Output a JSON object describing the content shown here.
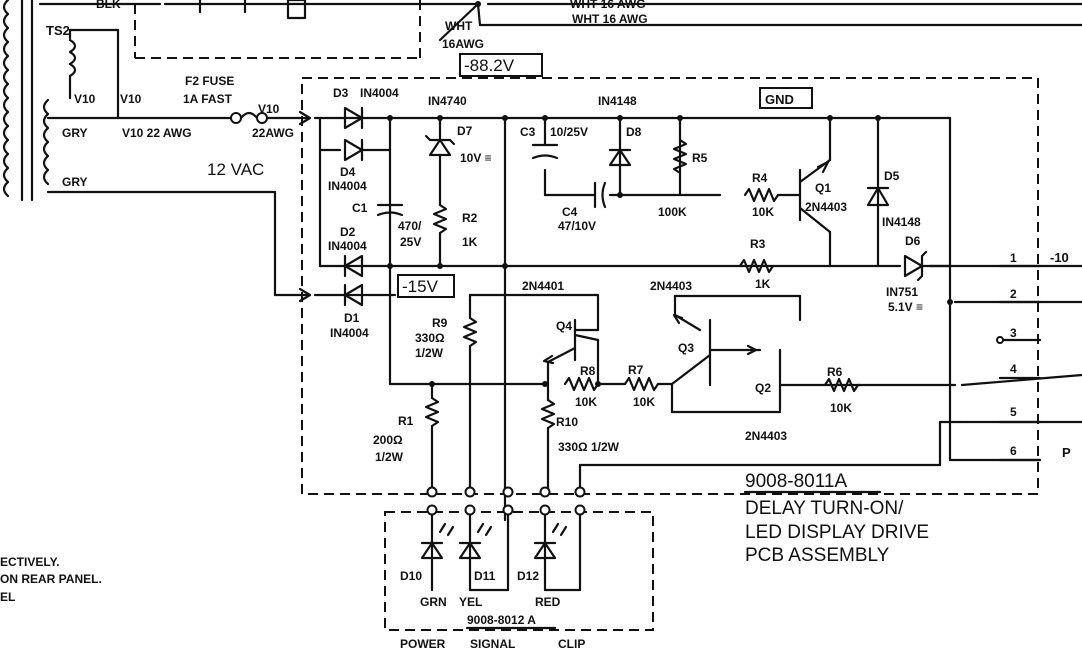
{
  "wires_top": {
    "left": "BLK",
    "wht1": "WHT 16 AWG",
    "wht2": "WHT 16 AWG",
    "wht_lbl": "WHT",
    "awg16": "16AWG"
  },
  "voltages": {
    "v1": "-88.2V",
    "gnd": "GND",
    "v15": "-15V"
  },
  "transformer": {
    "ts": "TS2",
    "v10a": "V10",
    "v10b": "V10",
    "gry1": "GRY",
    "gry2": "GRY",
    "v10awg": "V10 22 AWG",
    "vac": "12 VAC"
  },
  "fuse": {
    "name": "F2 FUSE",
    "rating": "1A FAST",
    "v10": "V10",
    "awg": "22AWG"
  },
  "parts": {
    "d3": "D3",
    "d3v": "IN4004",
    "in4740": "IN4740",
    "d4": "D4",
    "d4v": "IN4004",
    "d2": "D2",
    "d2v": "IN4004",
    "d1": "D1",
    "d1v": "IN4004",
    "c1": "C1",
    "c1v1": "470/",
    "c1v2": "25V",
    "d7": "D7",
    "d7v": "10V ≡",
    "r2": "R2",
    "r2v": "1K",
    "c3": "C3",
    "c3v": "10/25V",
    "d8": "D8",
    "in4148a": "IN4148",
    "r5": "R5",
    "r5v": "100K",
    "c4": "C4",
    "c4v": "47/10V",
    "r4": "R4",
    "r4v": "10K",
    "q1": "Q1",
    "q1v": "2N4403",
    "d5": "D5",
    "d5v": "IN4148",
    "r3": "R3",
    "r3v": "1K",
    "d6": "D6",
    "d6v1": "IN751",
    "d6v2": "5.1V ≡",
    "r9": "R9",
    "r9v1": "330Ω",
    "r9v2": "1/2W",
    "q4t": "2N4401",
    "q4": "Q4",
    "r8": "R8",
    "r8v": "10K",
    "r7": "R7",
    "r7v": "10K",
    "q3t": "2N4403",
    "q3": "Q3",
    "q2": "Q2",
    "q2v": "2N4403",
    "r6": "R6",
    "r6v": "10K",
    "r1": "R1",
    "r1v1": "200Ω",
    "r1v2": "1/2W",
    "r10": "R10",
    "r10v": "330Ω 1/2W"
  },
  "connector": {
    "p1": "1",
    "p2": "2",
    "p3": "3",
    "p4": "4",
    "p5": "5",
    "p6": "6",
    "out1": "-10",
    "out6": "P"
  },
  "assembly": {
    "num": "9008-8011A",
    "line1": "DELAY TURN-ON/",
    "line2": "LED DISPLAY DRIVE",
    "line3": "PCB ASSEMBLY"
  },
  "leds": {
    "d10": "D10",
    "d11": "D11",
    "d12": "D12",
    "grn": "GRN",
    "yel": "YEL",
    "red": "RED",
    "board": "9008-8012 A",
    "power": "POWER",
    "signal": "SIGNAL",
    "clip": "CLIP"
  },
  "notes": {
    "n1": "ECTIVELY.",
    "n2": "ON REAR PANEL.",
    "n3": "EL"
  }
}
